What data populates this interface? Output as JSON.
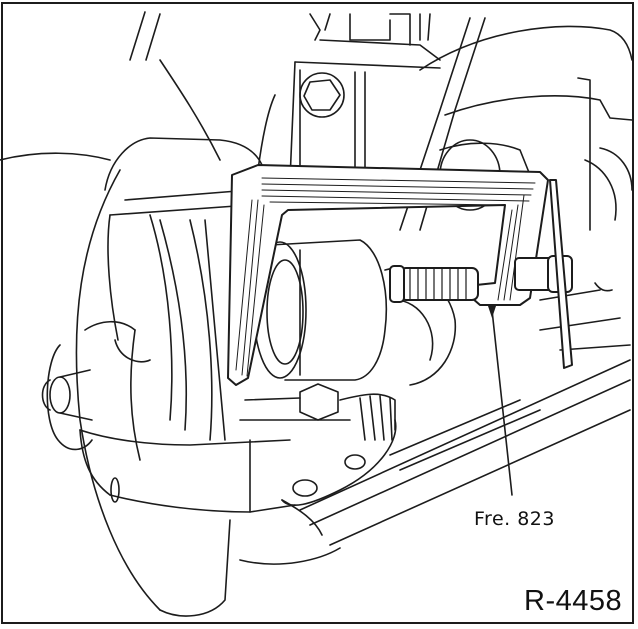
{
  "figure": {
    "type": "technical line illustration",
    "subject": "disc brake caliper with piston-retracting tool fitted",
    "figure_id": "R-4458"
  },
  "callouts": [
    {
      "label": "Fre. 823",
      "points_to": "piston retracting tool (spindle / frame)"
    }
  ],
  "colors": {
    "line": "#1c1c1c",
    "background": "#ffffff"
  }
}
